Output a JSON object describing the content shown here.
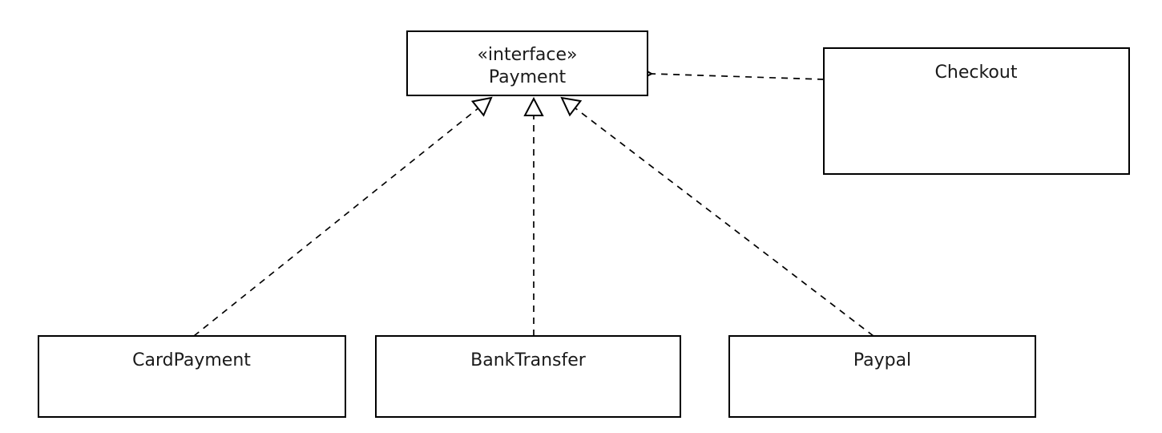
{
  "diagram_type": "uml-class-diagram",
  "colors": {
    "background": "#ffffff",
    "node_fill": "#ffffff",
    "stroke": "#000000",
    "text": "#1a1a1a"
  },
  "nodes": {
    "payment": {
      "stereotype": "«interface»",
      "label": "Payment"
    },
    "checkout": {
      "label": "Checkout"
    },
    "cardPayment": {
      "label": "CardPayment"
    },
    "bankTransfer": {
      "label": "BankTransfer"
    },
    "paypal": {
      "label": "Paypal"
    }
  },
  "edges": [
    {
      "from": "CardPayment",
      "to": "Payment",
      "type": "realization",
      "line": "dashed",
      "arrowhead": "hollow-triangle"
    },
    {
      "from": "BankTransfer",
      "to": "Payment",
      "type": "realization",
      "line": "dashed",
      "arrowhead": "hollow-triangle"
    },
    {
      "from": "Paypal",
      "to": "Payment",
      "type": "realization",
      "line": "dashed",
      "arrowhead": "hollow-triangle"
    },
    {
      "from": "Checkout",
      "to": "Payment",
      "type": "dependency",
      "line": "dashed",
      "arrowhead": "open-arrow"
    }
  ]
}
